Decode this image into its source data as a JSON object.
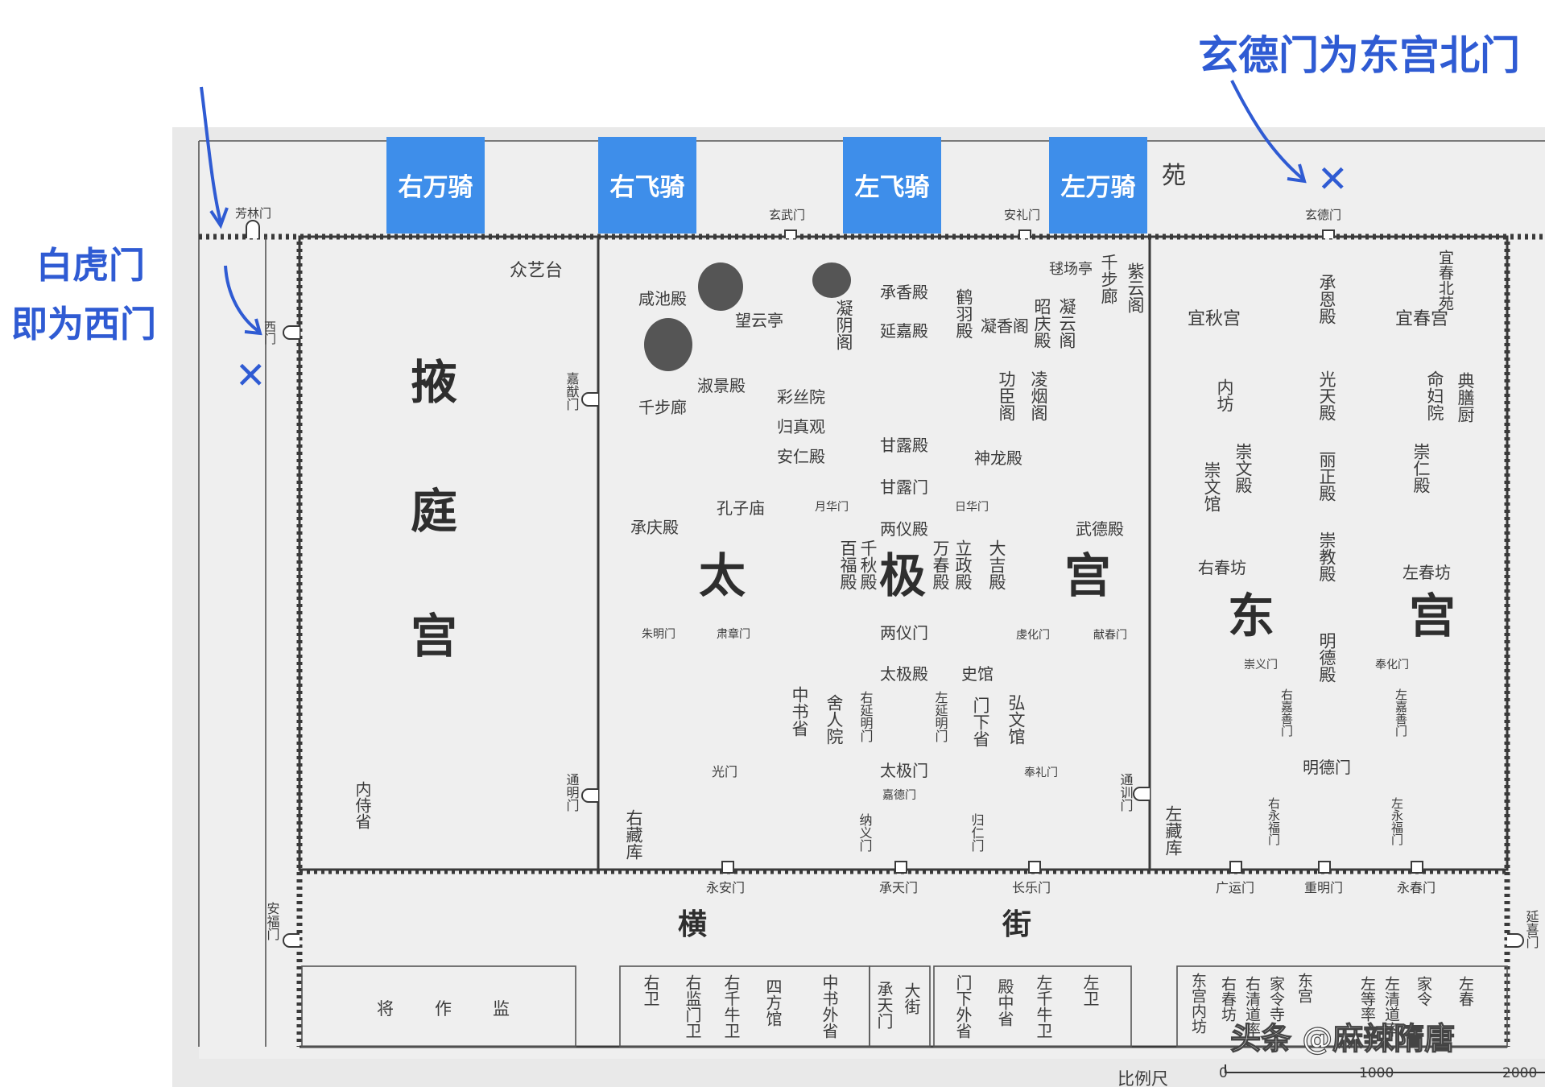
{
  "annotations": {
    "xuande": "玄德门为东宫北门",
    "baihu_line1": "白虎门",
    "baihu_line2": "即为西门",
    "cross_mark": "✕"
  },
  "guard_boxes": [
    {
      "label": "右万骑"
    },
    {
      "label": "右飞骑"
    },
    {
      "label": "左飞骑"
    },
    {
      "label": "左万骑"
    }
  ],
  "colors": {
    "annotation_blue": "#2f5bd3",
    "guard_box_blue": "#3e8eea",
    "map_ink": "#3a3a3a",
    "paper": "#e9e9e9"
  },
  "map": {
    "yuan": "苑",
    "north_gates": [
      "芳林门",
      "玄武门",
      "安礼门",
      "玄德门"
    ],
    "west_gate": "西门",
    "big": {
      "ye1": "掖",
      "ye2": "庭",
      "ye3": "宫",
      "tai": "太",
      "ji": "极",
      "gong": "宫",
      "dong": "东",
      "dgong": "宫",
      "heng": "横",
      "jie": "街"
    },
    "yeting": {
      "zhongyitai": "众艺台",
      "neishisheng": "内侍省",
      "jiayou": "嘉猷门",
      "tongming": "通明门"
    },
    "taiji": {
      "xianchi": "咸池殿",
      "wangyun": "望云亭",
      "qianbulang_w": "千步廊",
      "yingyin": "凝阴阁",
      "chengxiang": "承香殿",
      "yanjia": "延嘉殿",
      "heyu": "鹤羽殿",
      "ningxiang": "凝香阁",
      "qiuchang": "毬场亭",
      "qianbulang_e": "千步廊",
      "ziyun": "紫云阁",
      "zhaoqing": "昭庆殿",
      "ningyun": "凝云阁",
      "gongchen": "功臣阁",
      "lingyan": "凌烟阁",
      "shuangjing": "淑景殿",
      "caisi": "彩丝院",
      "guizhen": "归真观",
      "anren": "安仁殿",
      "ganlu_dian": "甘露殿",
      "shenlong": "神龙殿",
      "ganlu_men": "甘露门",
      "kongzi": "孔子庙",
      "yuehua": "月华门",
      "rihua": "日华门",
      "chengqing": "承庆殿",
      "liangyi_dian": "两仪殿",
      "wude": "武德殿",
      "baifu": "百福殿",
      "qianqiu": "千秋殿",
      "wanchun": "万春殿",
      "lizheng_dian": "立政殿",
      "daji": "大吉殿",
      "zhuji": "朱明门",
      "shuzheng": "肃章门",
      "liangyi_men": "两仪门",
      "huren": "虔化门",
      "xiande": "献春门",
      "taiji_dian": "太极殿",
      "zhongshu": "中书省",
      "sheren": "舍人院",
      "yuyan": "右延明门",
      "zuoyan": "左延明门",
      "shiguan": "史馆",
      "menxia": "门下省",
      "hongwen": "弘文馆",
      "guanghua": "光门",
      "taiji_men": "太极门",
      "jiazhe": "嘉德门",
      "fengli": "奉礼门",
      "youcang": "右藏库",
      "nayi": "纳义门",
      "guiren": "归仁门",
      "zuocang": "左藏库",
      "tongxun": "通训门"
    },
    "donggong": {
      "yiqiu": "宜秋宫",
      "chengen": "承恩殿",
      "yichun": "宜春宫",
      "yichun_beiyuan": "宜春北苑",
      "neifang": "内坊",
      "guangtian": "光天殿",
      "mingfu": "命妇院",
      "dianshanchu": "典膳厨",
      "chongwen_dian": "崇文殿",
      "chongwen_guan": "崇文馆",
      "lizheng": "丽正殿",
      "chongren": "崇仁殿",
      "chongjiao": "崇教殿",
      "youchunfang": "右春坊",
      "zuochunfang": "左春坊",
      "mingde": "明德殿",
      "zhiyi": "崇义门",
      "fenghua": "奉化门",
      "youjia": "右嘉善门",
      "zuojia": "左嘉善门",
      "mingdemen": "明德门",
      "youyong": "右永福门",
      "zuoyong": "左永福门"
    },
    "south_gates": [
      "永安门",
      "承天门",
      "长乐门",
      "广运门",
      "重明门",
      "永春门"
    ],
    "side_gates": {
      "anfu": "安福门",
      "yanxi": "延喜门"
    },
    "south_blocks": {
      "jiangzuo": [
        "将",
        "作",
        "监"
      ],
      "cols_a": [
        "右卫",
        "右监门卫",
        "右千牛卫",
        "四方馆",
        "中书外省"
      ],
      "cols_b": [
        "承天门",
        "大街"
      ],
      "cols_c": [
        "门下外省",
        "殿中省",
        "左千牛卫",
        "左卫"
      ],
      "cols_d": [
        "东宫内坊",
        "右春坊",
        "右清道率",
        "家令寺",
        "东宫",
        "左等率",
        "左清道率",
        "家令",
        "左春"
      ]
    },
    "scale": {
      "label": "比例尺",
      "ticks": [
        "0",
        "1000",
        "2000"
      ]
    }
  },
  "watermark": "头条 @麻辣隋唐"
}
